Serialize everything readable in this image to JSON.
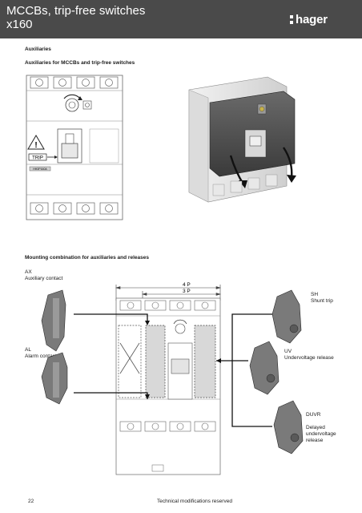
{
  "header": {
    "title": "MCCBs, trip-free switches\nx160",
    "logo_text": "hager",
    "background": "#4a4a4a"
  },
  "section_auxiliaries": {
    "heading": "Auxiliaries",
    "subheading": "Auxiliaries for MCCBs and trip-free switches",
    "drawing": {
      "warning_label": "TRIP",
      "nameplate": "HH3P160A"
    }
  },
  "section_mounting": {
    "heading": "Mounting combination for auxiliaries and releases",
    "dimension_4p": "4 P",
    "dimension_3p": "3 P",
    "left_callouts": [
      {
        "code": "AX",
        "label": "Auxiliary contact"
      },
      {
        "code": "AL",
        "label": "Alarm contact"
      }
    ],
    "right_callouts": [
      {
        "code": "SH",
        "label": "Shunt trip"
      },
      {
        "code": "UV",
        "label": "Undervoltage release"
      },
      {
        "code": "DUVR",
        "label": "Delayed\nundervoltage\nrelease"
      }
    ]
  },
  "footer": {
    "page_number": "22",
    "note": "Technical modifications reserved"
  },
  "icons": [
    "warning-triangle-icon",
    "rotary-arrow-icon",
    "screw-icon"
  ]
}
